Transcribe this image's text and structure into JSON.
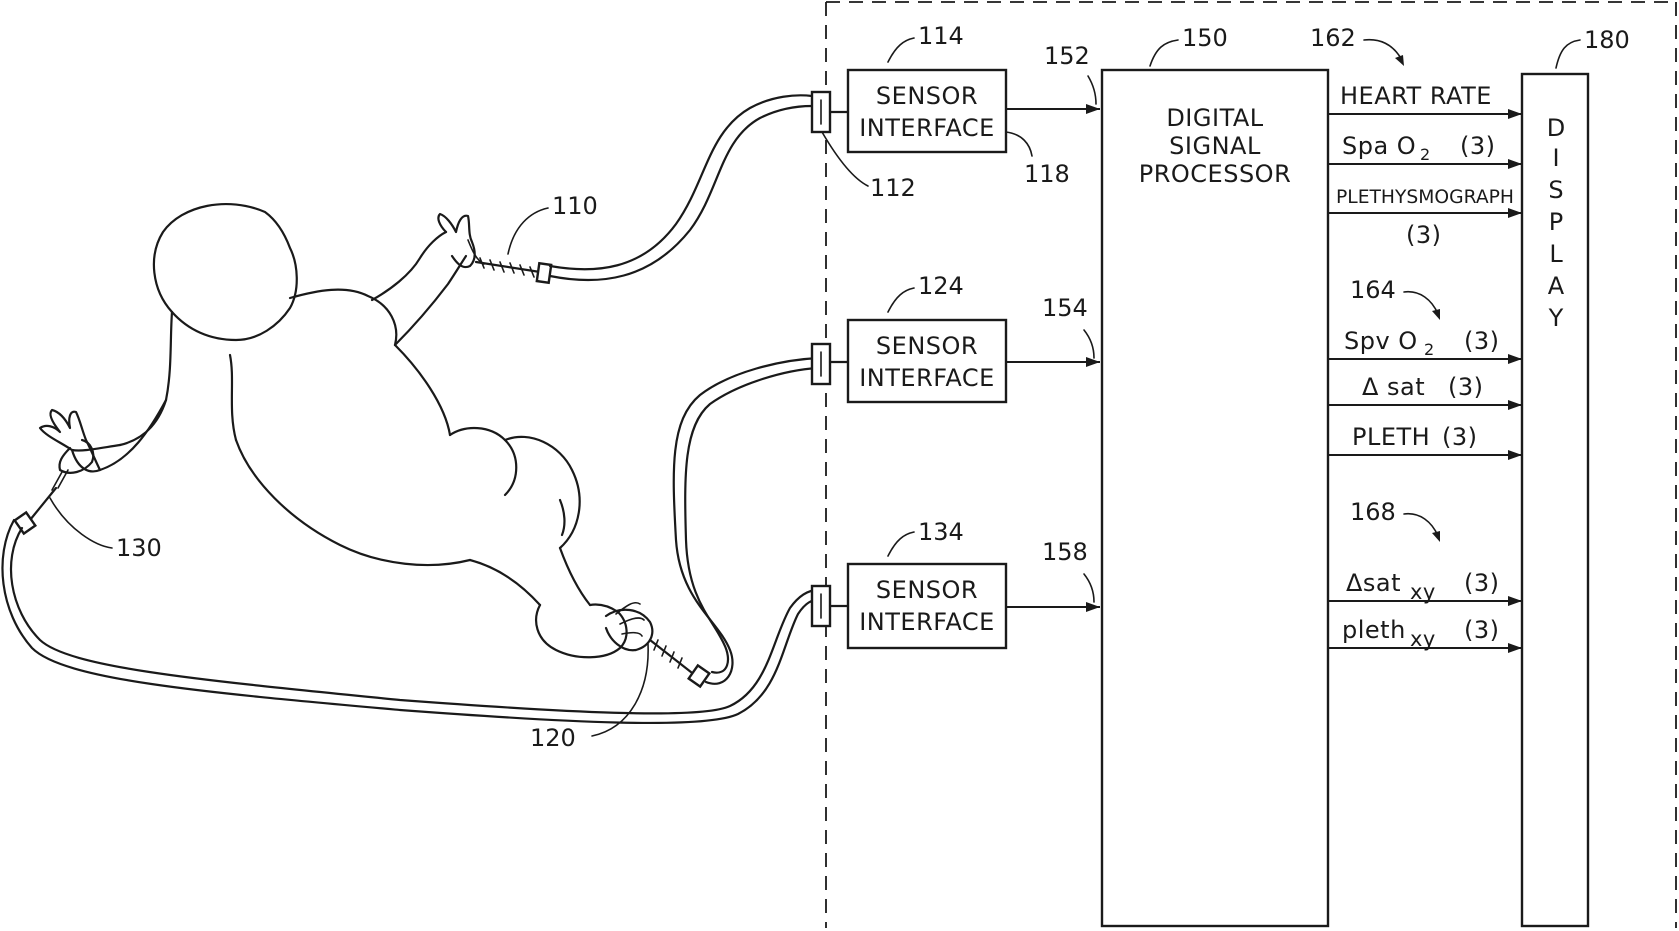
{
  "refs": {
    "r110": "110",
    "r112": "112",
    "r114": "114",
    "r118": "118",
    "r120": "120",
    "r124": "124",
    "r130": "130",
    "r134": "134",
    "r150": "150",
    "r152": "152",
    "r154": "154",
    "r158": "158",
    "r162": "162",
    "r164": "164",
    "r168": "168",
    "r180": "180"
  },
  "sensor_interfaces": [
    {
      "line1": "SENSOR",
      "line2": "INTERFACE"
    },
    {
      "line1": "SENSOR",
      "line2": "INTERFACE"
    },
    {
      "line1": "SENSOR",
      "line2": "INTERFACE"
    }
  ],
  "processor": {
    "line1": "DIGITAL",
    "line2": "SIGNAL",
    "line3": "PROCESSOR"
  },
  "display": {
    "letters": [
      "D",
      "I",
      "S",
      "P",
      "L",
      "A",
      "Y"
    ]
  },
  "signals": {
    "heart_rate": "HEART RATE",
    "spa_main": "Spa O",
    "spa_sub": "2",
    "spa_count": "(3)",
    "pleth_long": "PLETHYSMOGRAPH",
    "pleth_long_count": "(3)",
    "spv_main": "Spv O",
    "spv_sub": "2",
    "spv_count": "(3)",
    "dsat": "Δ sat",
    "dsat_count": "(3)",
    "pleth": "PLETH",
    "pleth_count": "(3)",
    "dsatxy_main": "Δsat",
    "dsatxy_sub": "xy",
    "dsatxy_count": "(3)",
    "plethxy_main": "pleth",
    "plethxy_sub": "xy",
    "plethxy_count": "(3)"
  }
}
